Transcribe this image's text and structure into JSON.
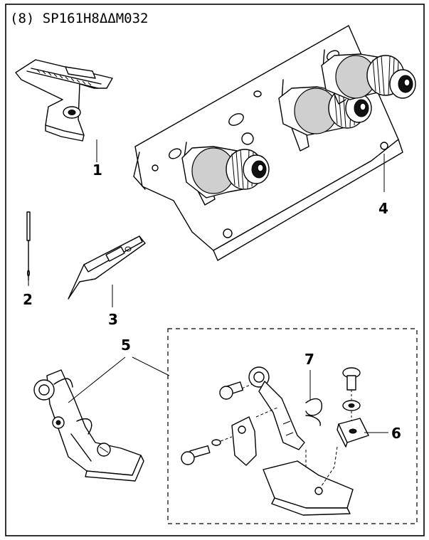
{
  "title": "(8) SP161H8ΔΔM032",
  "callouts": {
    "c1": "1",
    "c2": "2",
    "c3": "3",
    "c4": "4",
    "c5": "5",
    "c6": "6",
    "c7": "7"
  }
}
